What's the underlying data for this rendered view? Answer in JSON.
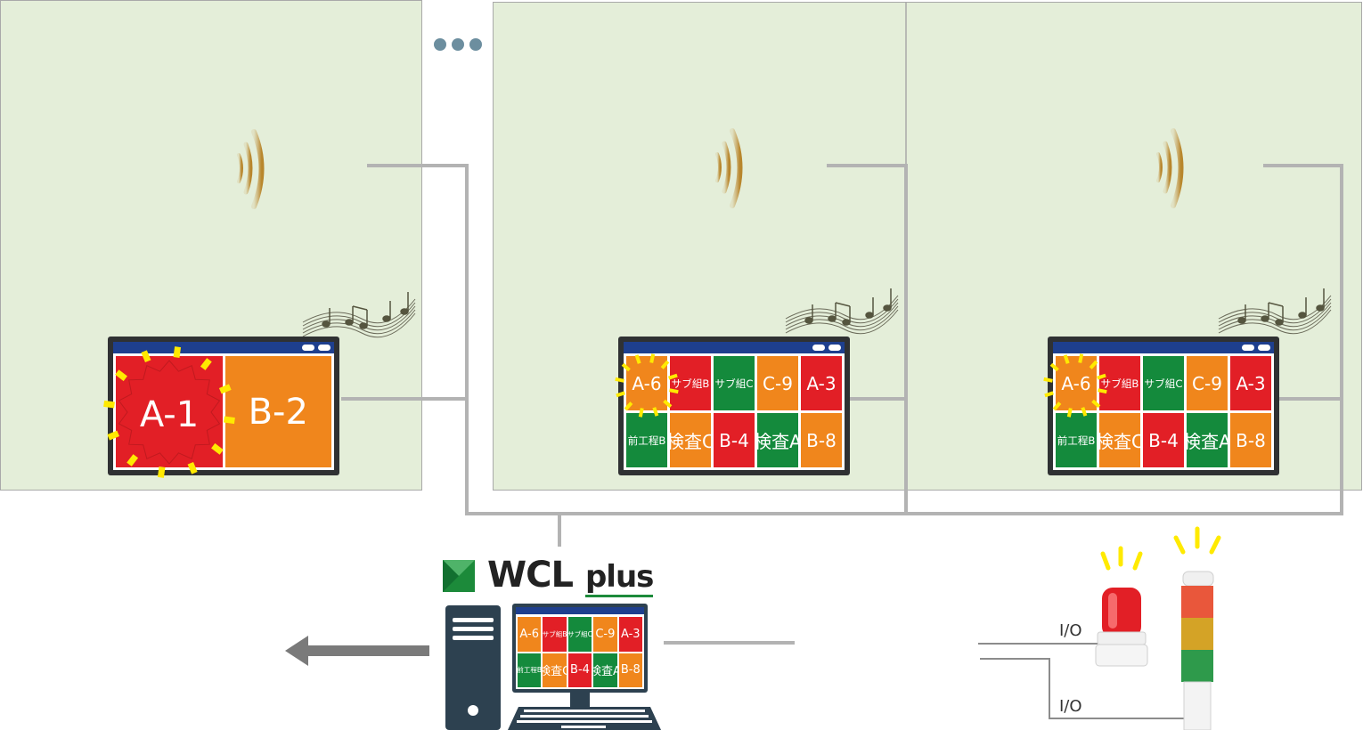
{
  "colors": {
    "room_fill": "#e4eed9",
    "wire": "#b3b3b3",
    "panel_red": "#e21f26",
    "panel_orange": "#f0861c",
    "panel_green": "#148a3c",
    "alert_yellow": "#ffea00",
    "logo_green": "#1c8a3a",
    "pc_navy": "#2d4150"
  },
  "panels": [
    {
      "id": "panel-left",
      "layout": "2",
      "cells": [
        {
          "label": "A-1",
          "color": "red",
          "alert": true
        },
        {
          "label": "B-2",
          "color": "orange",
          "alert": false
        }
      ]
    },
    {
      "id": "panel-mid",
      "layout": "10",
      "cells": [
        {
          "label": "A-6",
          "color": "orange",
          "alert": true
        },
        {
          "label": "サブ組B",
          "color": "red"
        },
        {
          "label": "サブ組C",
          "color": "green"
        },
        {
          "label": "C-9",
          "color": "orange"
        },
        {
          "label": "A-3",
          "color": "red"
        },
        {
          "label": "前工程B",
          "color": "green"
        },
        {
          "label": "検査C",
          "color": "orange"
        },
        {
          "label": "B-4",
          "color": "red"
        },
        {
          "label": "検査A",
          "color": "green"
        },
        {
          "label": "B-8",
          "color": "orange"
        }
      ]
    },
    {
      "id": "panel-right",
      "layout": "10",
      "cells": [
        {
          "label": "A-6",
          "color": "orange",
          "alert": true
        },
        {
          "label": "サブ組B",
          "color": "red"
        },
        {
          "label": "サブ組C",
          "color": "green"
        },
        {
          "label": "C-9",
          "color": "orange"
        },
        {
          "label": "A-3",
          "color": "red"
        },
        {
          "label": "前工程B",
          "color": "green"
        },
        {
          "label": "検査C",
          "color": "orange"
        },
        {
          "label": "B-4",
          "color": "red"
        },
        {
          "label": "検査A",
          "color": "green"
        },
        {
          "label": "B-8",
          "color": "orange"
        }
      ]
    },
    {
      "id": "pc-monitor",
      "layout": "10",
      "cells": [
        {
          "label": "A-6",
          "color": "orange"
        },
        {
          "label": "サブ組B",
          "color": "red"
        },
        {
          "label": "サブ組C",
          "color": "green"
        },
        {
          "label": "C-9",
          "color": "orange"
        },
        {
          "label": "A-3",
          "color": "red"
        },
        {
          "label": "前工程B",
          "color": "green"
        },
        {
          "label": "検査C",
          "color": "orange"
        },
        {
          "label": "B-4",
          "color": "red"
        },
        {
          "label": "検査A",
          "color": "green"
        },
        {
          "label": "B-8",
          "color": "orange"
        }
      ]
    }
  ],
  "logo": {
    "wcl": "WCL",
    "plus": "plus"
  },
  "io": {
    "label_top": "I/O",
    "label_bottom": "I/O"
  },
  "icons": {
    "wifi": "wireless-signal-icon",
    "music": "music-notes-icon",
    "pc": "desktop-computer-icon",
    "beacon": "rotating-beacon-icon",
    "tower": "signal-tower-icon",
    "arrow": "left-arrow-icon"
  }
}
